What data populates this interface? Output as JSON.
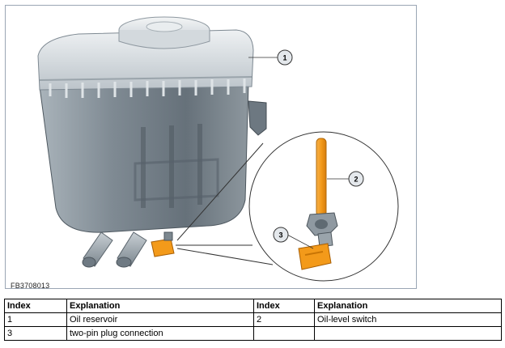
{
  "figure": {
    "id_label": "FB3708013",
    "callouts": [
      "1",
      "2",
      "3"
    ]
  },
  "legend": {
    "headers": [
      "Index",
      "Explanation",
      "Index",
      "Explanation"
    ],
    "rows": [
      [
        "1",
        "Oil reservoir",
        "2",
        "Oil-level switch"
      ],
      [
        "3",
        "two-pin plug connection",
        "",
        ""
      ]
    ]
  },
  "colors": {
    "reservoir_body": "#8a959e",
    "reservoir_lid": "#d9dee2",
    "switch_orange": "#f39a1a",
    "callout_fill": "#e4e8ec",
    "frame_border": "#9aa6b4"
  }
}
